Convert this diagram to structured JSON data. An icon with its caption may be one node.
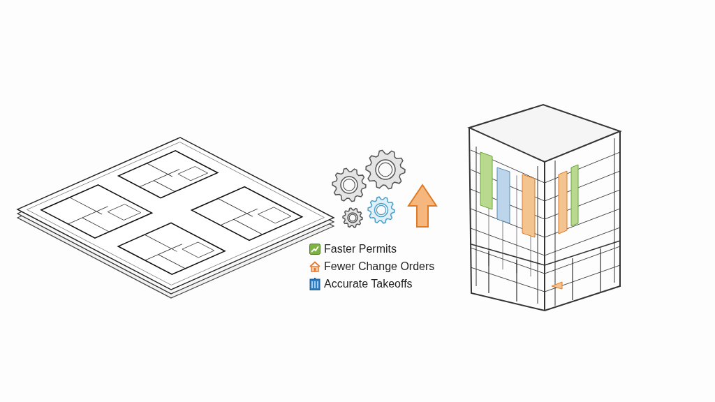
{
  "diagram": {
    "labels": [
      "Faster Permits",
      "Fewer Change Orders",
      "Accurate Takeoffs"
    ]
  }
}
